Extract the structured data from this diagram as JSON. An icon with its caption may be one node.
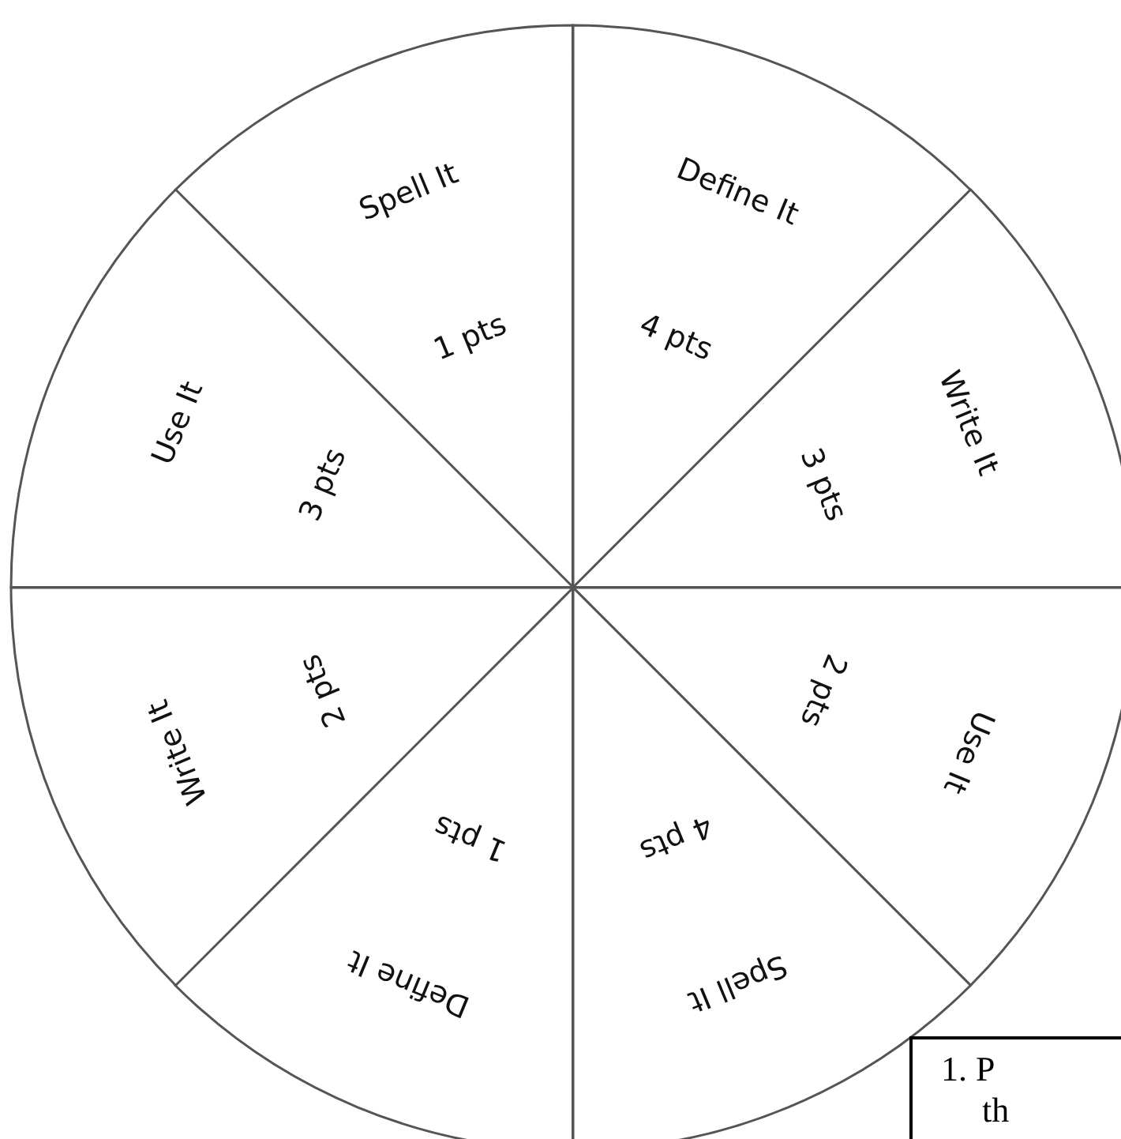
{
  "diagram": {
    "nodes": [
      {
        "text": [
          "Spell It",
          "1 pts"
        ]
      },
      {
        "text": [
          "Define It",
          "4 pts"
        ]
      },
      {
        "text": [
          "Write It",
          "3 pts"
        ]
      },
      {
        "text": [
          "Use It",
          "2 pts"
        ]
      },
      {
        "text": [
          "Spell It",
          "4 pts"
        ]
      },
      {
        "text": [
          "Define It",
          "1 pts"
        ]
      },
      {
        "text": [
          "Write It",
          "2 pts"
        ]
      },
      {
        "text": [
          "Use It",
          "3 pts"
        ]
      },
      {
        "text": [
          "1. P",
          "th"
        ]
      }
    ]
  }
}
